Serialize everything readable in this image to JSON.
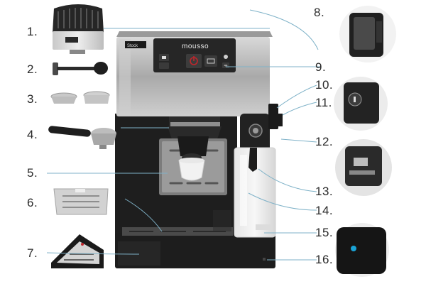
{
  "brand": {
    "machine_logo": "mousso",
    "warmer_label": "Stock"
  },
  "callouts": {
    "labels": [
      "1.",
      "2.",
      "3.",
      "4.",
      "5.",
      "6.",
      "7.",
      "8.",
      "9.",
      "10.",
      "11.",
      "12.",
      "13.",
      "14.",
      "15.",
      "16."
    ]
  },
  "colors": {
    "leader_line": "#7fb2c8",
    "body_dark": "#1c1c1c",
    "steel": "#b9b9b9",
    "panel": "#2b2b2b",
    "power_red": "#c0252b",
    "indicator_blue": "#1aa3d6"
  },
  "icons": [
    "power-icon",
    "cup-icon",
    "steam-icon"
  ]
}
